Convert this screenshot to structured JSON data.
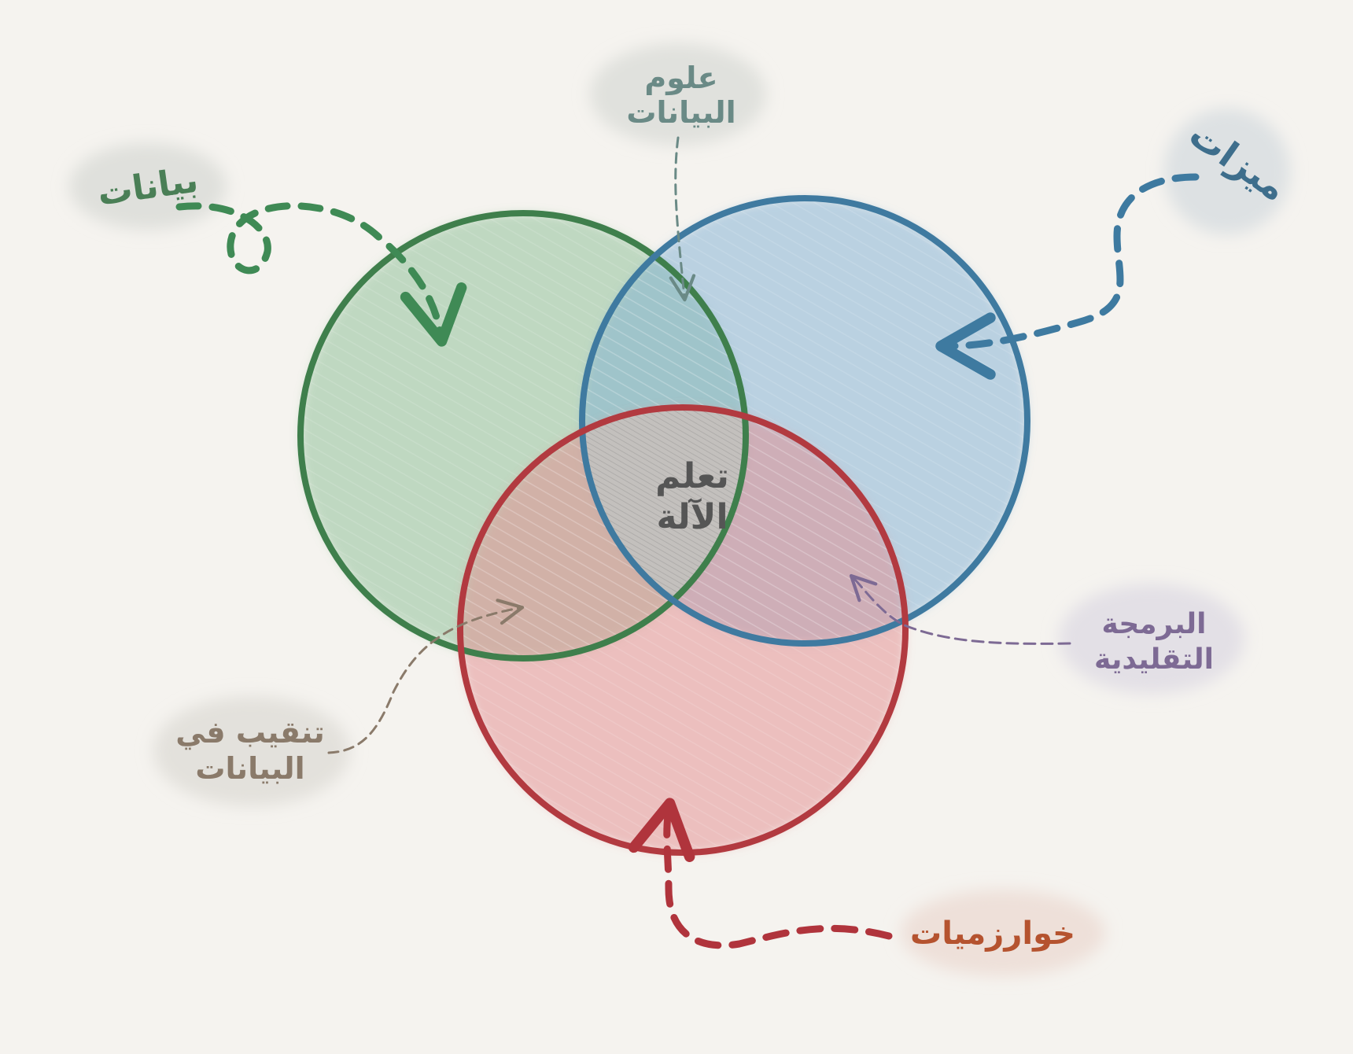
{
  "diagram": {
    "type": "venn",
    "center_label": {
      "line1": "تعلم",
      "line2": "الآلة"
    },
    "sets": [
      {
        "key": "green",
        "stroke": "#3f7f4c",
        "fill": "#7fb98a"
      },
      {
        "key": "blue",
        "stroke": "#3f7aa0",
        "fill": "#7fb0d4"
      },
      {
        "key": "red",
        "stroke": "#b23a40",
        "fill": "#e38b8e"
      }
    ],
    "labels": {
      "data": {
        "text": "بيانات",
        "color": "#4a7f56"
      },
      "features": {
        "text": "ميزات",
        "color": "#3e6e8c"
      },
      "algorithms": {
        "text": "خوارزميات",
        "color": "#b5532f"
      },
      "data_science": {
        "line1": "علوم",
        "line2": "البيانات",
        "color": "#6a8a86"
      },
      "traditional_programming": {
        "line1": "البرمجة",
        "line2": "التقليدية",
        "color": "#7d6a94"
      },
      "data_mining": {
        "line1": "تنقيب في",
        "line2": "البيانات",
        "color": "#8a7a6a"
      }
    },
    "colors": {
      "background": "#f5f3ef",
      "center_fill": "#bdbab7",
      "center_text": "#555555"
    }
  }
}
